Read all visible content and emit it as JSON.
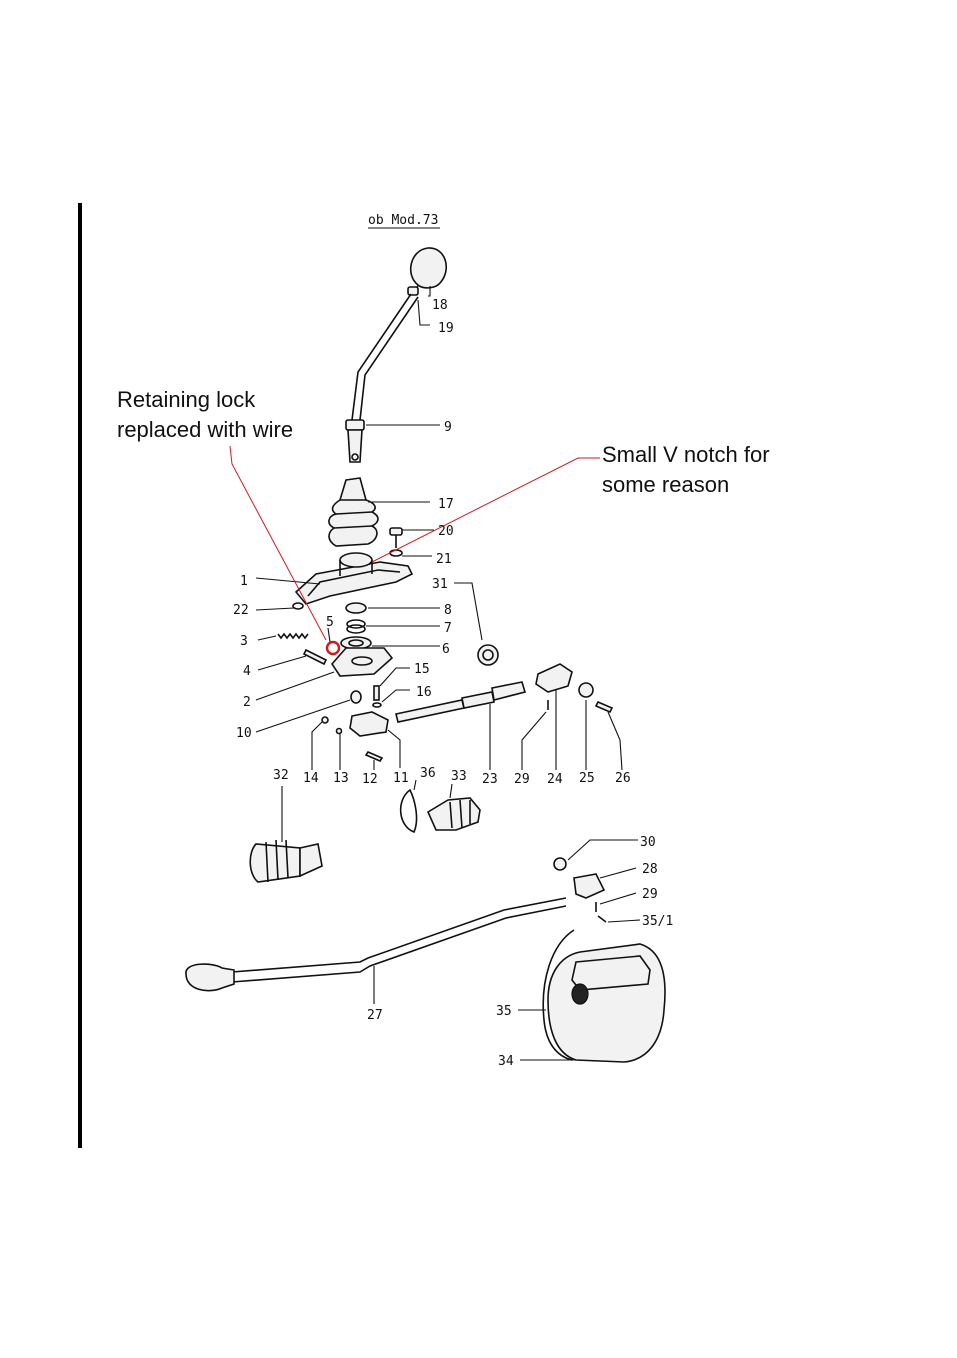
{
  "diagram": {
    "heading": "ob Mod.73",
    "annotations": {
      "retaining_lock": [
        "Retaining lock",
        "replaced with wire"
      ],
      "v_notch": [
        "Small V notch for",
        "some reason"
      ]
    },
    "labels": {
      "p1": "1",
      "p2": "2",
      "p3": "3",
      "p4": "4",
      "p5": "5",
      "p6": "6",
      "p7": "7",
      "p8": "8",
      "p9": "9",
      "p10": "10",
      "p11": "11",
      "p12": "12",
      "p13": "13",
      "p14": "14",
      "p15": "15",
      "p16": "16",
      "p17": "17",
      "p18": "18",
      "p19": "19",
      "p20": "20",
      "p21": "21",
      "p22": "22",
      "p23": "23",
      "p24": "24",
      "p25": "25",
      "p26": "26",
      "p27": "27",
      "p28": "28",
      "p29a": "29",
      "p29b": "29",
      "p30": "30",
      "p31": "31",
      "p32": "32",
      "p33": "33",
      "p34": "34",
      "p35": "35",
      "p35_1": "35/1",
      "p36": "36"
    },
    "colors": {
      "ink": "#111111",
      "highlight": "#d21a1a"
    }
  }
}
